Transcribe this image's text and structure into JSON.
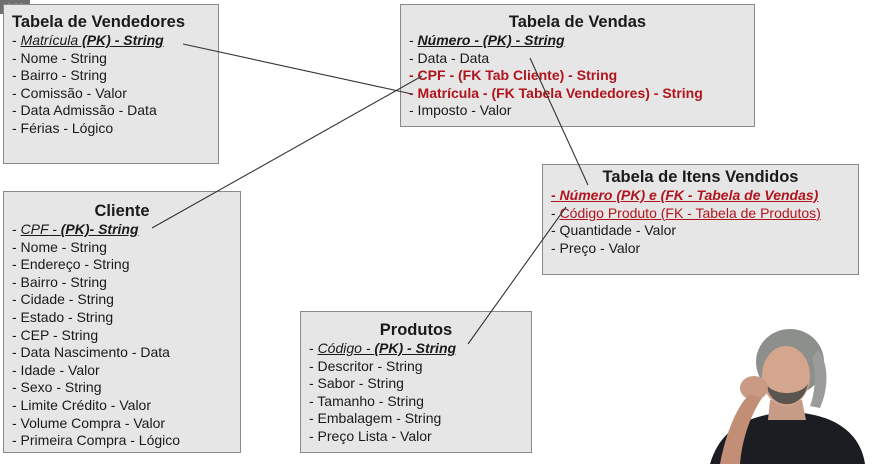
{
  "badge": "1:00",
  "tables": {
    "vendedores": {
      "title": "Tabela de Vendedores",
      "rows": [
        {
          "dash": "- ",
          "a": "Matrícula",
          "b": " (PK) - String"
        },
        "- Nome - String",
        "- Bairro - String",
        "- Comissão - Valor",
        "- Data Admissão - Data",
        "- Férias - Lógico"
      ]
    },
    "vendas": {
      "title": "Tabela de Vendas",
      "rows": [
        {
          "dash": "- ",
          "a": "Número - (PK) - String"
        },
        "- Data - Data",
        "- CPF - (FK Tab Cliente) - String",
        "- Matrícula -  (FK Tabela Vendedores) - String",
        "- Imposto - Valor"
      ]
    },
    "itens": {
      "title": "Tabela de Itens Vendidos",
      "rows": [
        "- Número (PK) e (FK - Tabela de Vendas)",
        {
          "dash": "- ",
          "a": "Código Produto (FK - Tabela de Produtos)"
        },
        "- Quantidade - Valor",
        "- Preço - Valor"
      ]
    },
    "cliente": {
      "title": "Cliente",
      "rows": [
        {
          "dash": "- ",
          "a": "CPF",
          "mid": " - ",
          "b": "(PK)- String"
        },
        "- Nome - String",
        "- Endereço - String",
        "- Bairro - String",
        "- Cidade - String",
        "- Estado - String",
        "- CEP - String",
        "- Data Nascimento - Data",
        "- Idade - Valor",
        "- Sexo - String",
        "- Limite Crédito - Valor",
        "- Volume Compra - Valor",
        "- Primeira Compra - Lógico"
      ]
    },
    "produtos": {
      "title": "Produtos",
      "rows": [
        {
          "dash": "- ",
          "a": "Código",
          "mid": " - ",
          "b": "(PK) - String"
        },
        "- Descritor - String",
        "- Sabor - String",
        "- Tamanho - String",
        "- Embalagem - String",
        "- Preço Lista - Valor"
      ]
    }
  },
  "colors": {
    "box_bg": "#e6e6e6",
    "box_border": "#8a8a8a",
    "foreign_key": "#b0141c",
    "line": "#333333"
  }
}
